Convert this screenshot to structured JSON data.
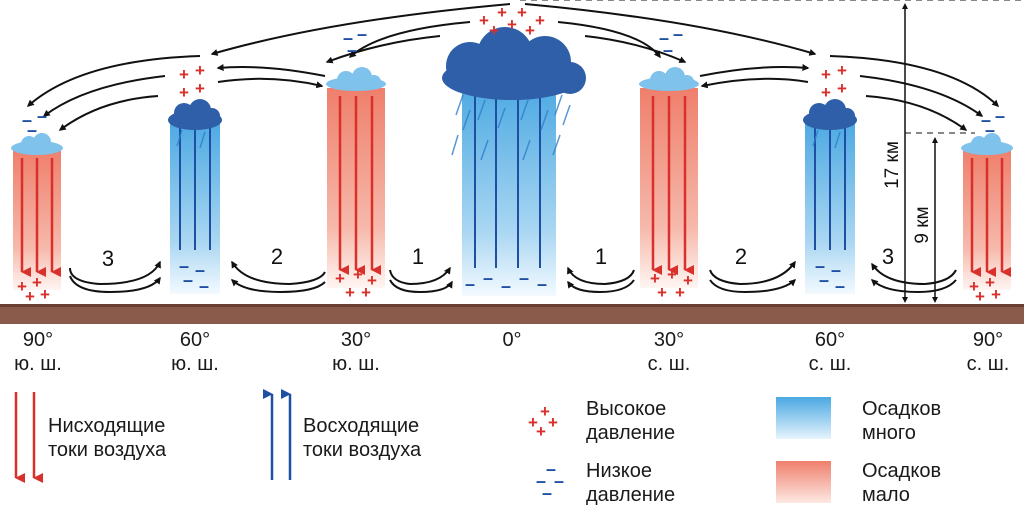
{
  "latitudes": [
    {
      "deg": "90°",
      "hemi": "ю. ш."
    },
    {
      "deg": "60°",
      "hemi": "ю. ш."
    },
    {
      "deg": "30°",
      "hemi": "ю. ш."
    },
    {
      "deg": "0°",
      "hemi": ""
    },
    {
      "deg": "30°",
      "hemi": "с. ш."
    },
    {
      "deg": "60°",
      "hemi": "с. ш."
    },
    {
      "deg": "90°",
      "hemi": "с. ш."
    }
  ],
  "cell_numbers": [
    "3",
    "2",
    "1",
    "1",
    "2",
    "3"
  ],
  "heights": {
    "tropopause_equator": "17 км",
    "tropopause_polar": "9 км"
  },
  "pressure_symbols": {
    "high": "+",
    "low": "–"
  },
  "legend": {
    "descending": {
      "line1": "Нисходящие",
      "line2": "токи воздуха"
    },
    "ascending": {
      "line1": "Восходящие",
      "line2": "токи воздуха"
    },
    "high_pressure": {
      "line1": "Высокое",
      "line2": "давление"
    },
    "low_pressure": {
      "line1": "Низкое",
      "line2": "давление"
    },
    "precip_much": {
      "line1": "Осадков",
      "line2": "много"
    },
    "precip_little": {
      "line1": "Осадков",
      "line2": "мало"
    }
  },
  "colors": {
    "descending": "#d9302c",
    "ascending": "#1f4fa3",
    "dry_column": "#ef8a78",
    "wet_column": "#5fb3e6",
    "ground": "#8a5a4a",
    "high_symbol": "#d9302c",
    "low_symbol": "#1f4fa3"
  }
}
